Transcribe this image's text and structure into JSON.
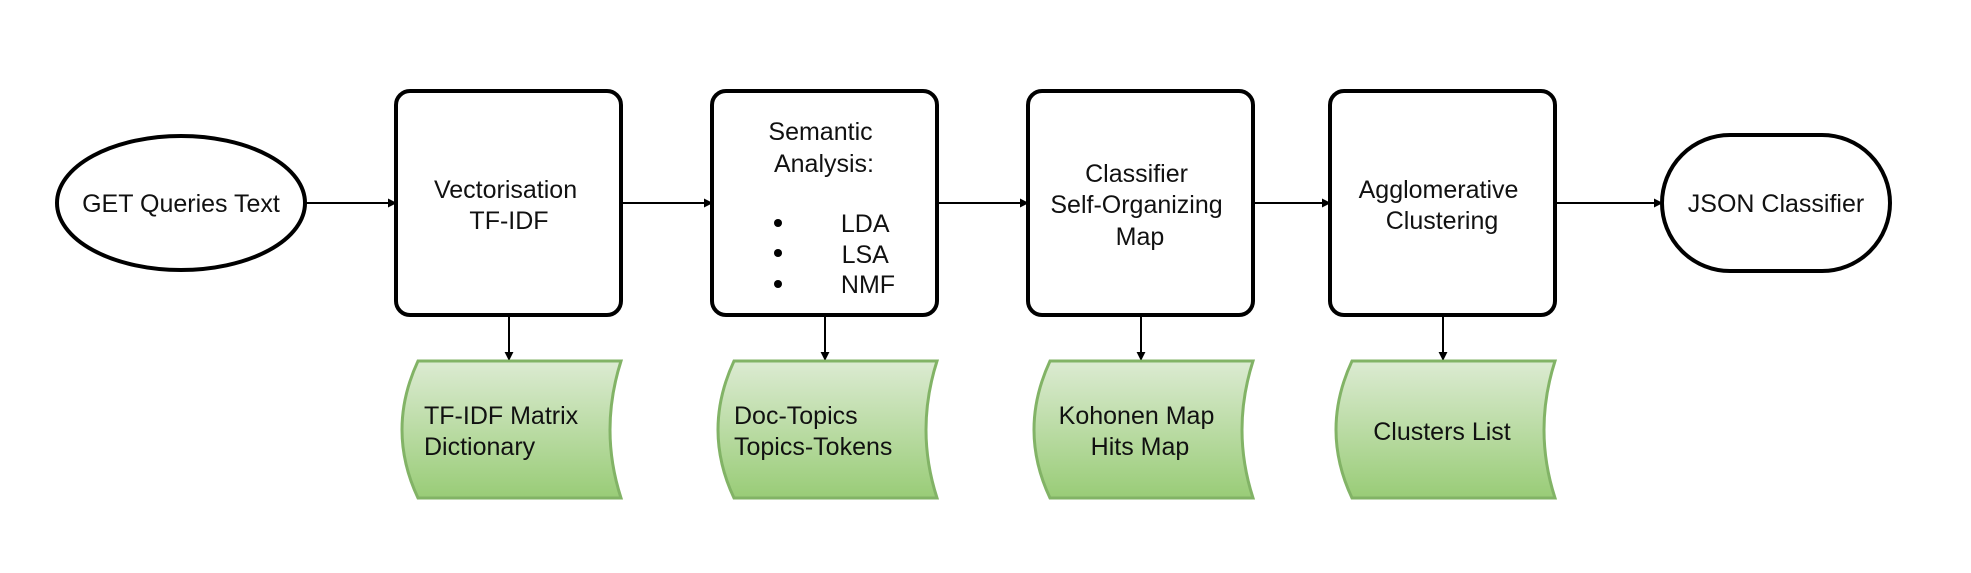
{
  "colors": {
    "stroke": "#000000",
    "store_fill_top": "#dcebd2",
    "store_fill_bottom": "#99cc77",
    "store_stroke": "#82b366",
    "text": "#111111"
  },
  "nodes": {
    "input": {
      "lines": [
        "GET Queries Text"
      ]
    },
    "vectorisation": {
      "lines": [
        "Vectorisation",
        "TF-IDF"
      ]
    },
    "semantic": {
      "title_lines": [
        "Semantic",
        "Analysis:"
      ],
      "items": [
        "LDA",
        "LSA",
        "NMF"
      ]
    },
    "classifier": {
      "lines": [
        "Classifier",
        "Self-Organizing",
        "Map"
      ]
    },
    "clustering": {
      "lines": [
        "Agglomerative",
        "Clustering"
      ]
    },
    "output": {
      "lines": [
        "JSON Classifier"
      ]
    }
  },
  "stores": {
    "tfidf": {
      "lines": [
        "TF-IDF Matrix",
        "Dictionary"
      ]
    },
    "topics": {
      "lines": [
        "Doc-Topics",
        "Topics-Tokens"
      ]
    },
    "kohonen": {
      "lines": [
        "Kohonen Map",
        "Hits Map"
      ]
    },
    "clusters": {
      "lines": [
        "Clusters List"
      ]
    }
  }
}
